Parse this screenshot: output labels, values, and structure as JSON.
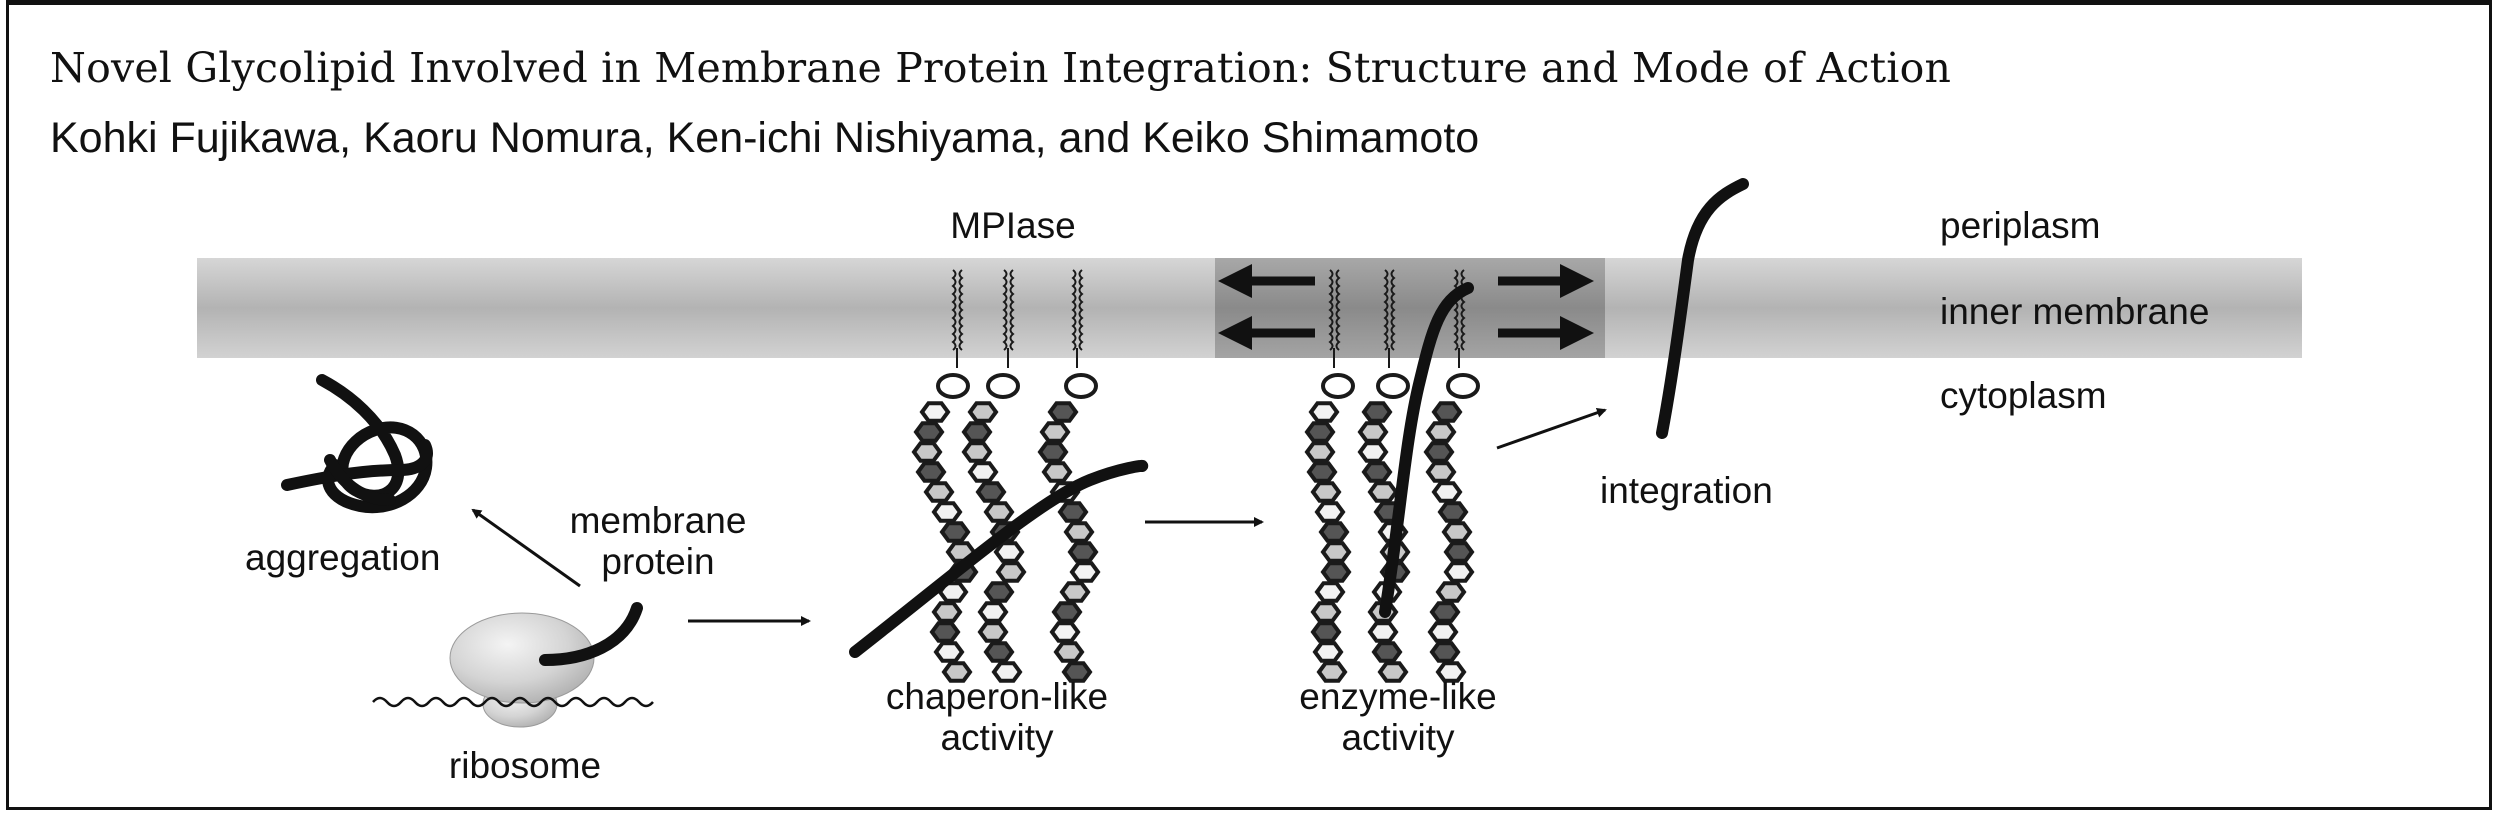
{
  "header": {
    "title": "Novel Glycolipid Involved in Membrane Protein Integration: Structure and Mode of Action",
    "authors": "Kohki Fujikawa, Kaoru Nomura, Ken-ichi Nishiyama, and Keiko Shimamoto"
  },
  "diagram": {
    "mplase": "MPIase",
    "periplasm": "periplasm",
    "inner_membrane": "inner membrane",
    "cytoplasm": "cytoplasm",
    "integration": "integration",
    "membrane_protein": "membrane\nprotein",
    "aggregation": "aggregation",
    "ribosome": "ribosome",
    "chaperon": "chaperon-like\nactivity",
    "enzyme": "enzyme-like\nactivity"
  },
  "colors": {
    "membrane": "#b4b4b4",
    "membrane_highlight": "#8e8e8e",
    "ink": "#1a1a1a",
    "sugar_dark": "#555555",
    "sugar_light": "#c8c8c8"
  }
}
